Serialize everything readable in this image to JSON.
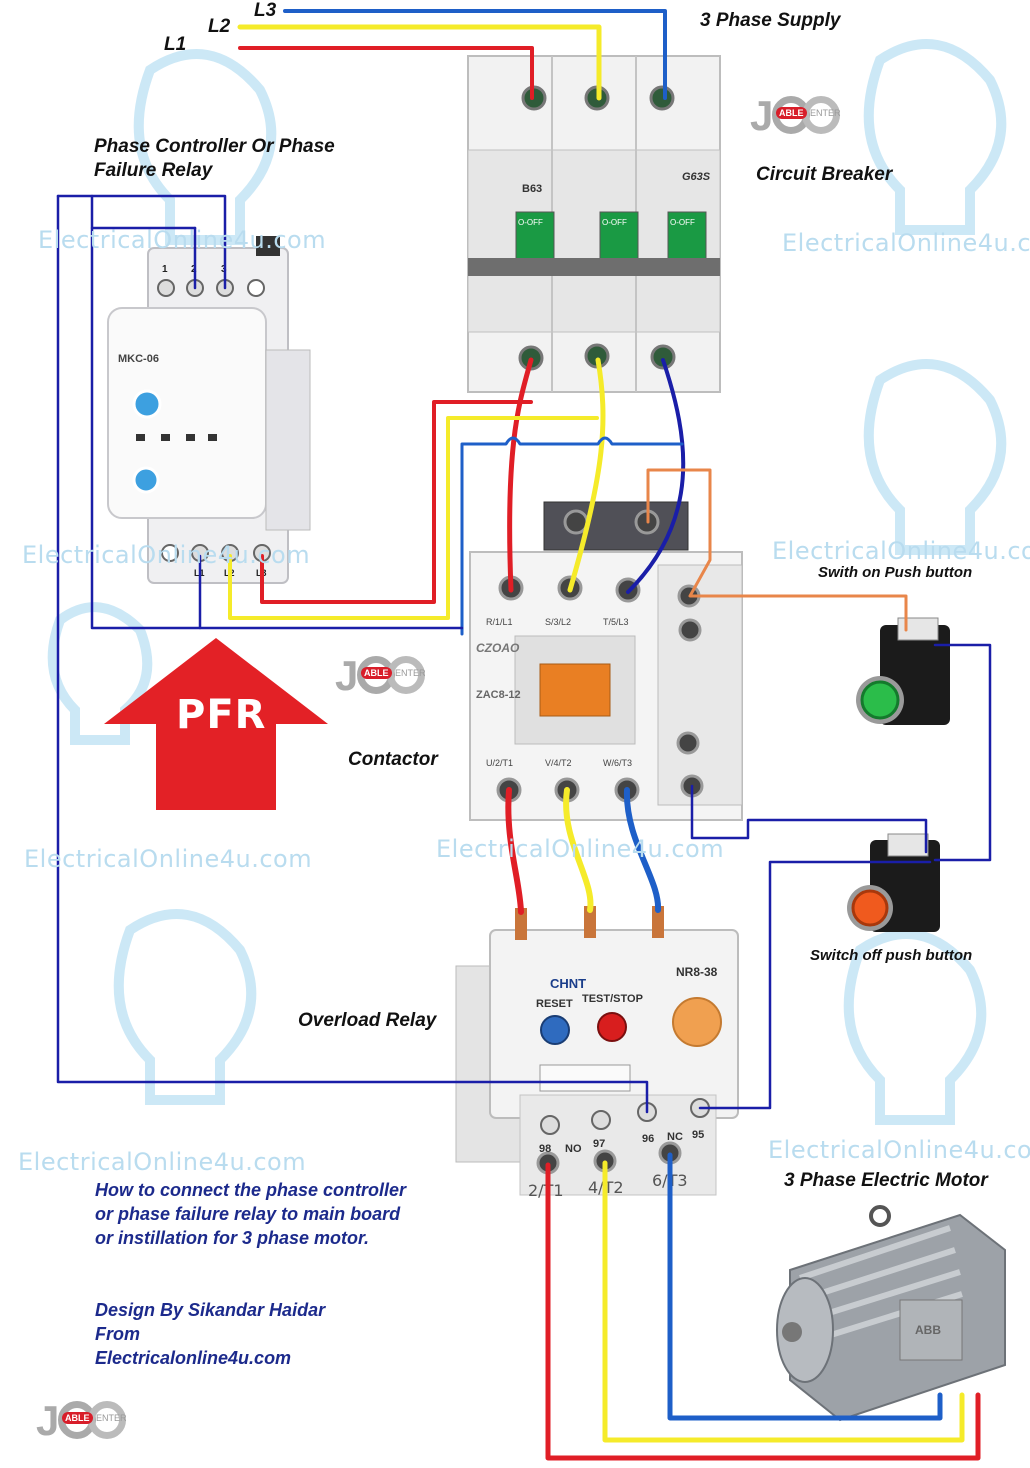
{
  "supply": {
    "lines": [
      "L1",
      "L2",
      "L3"
    ],
    "title": "3 Phase Supply"
  },
  "labels": {
    "pfr_title_1": "Phase Controller Or  Phase",
    "pfr_title_2": "Failure Relay",
    "circuit_breaker": "Circuit Breaker",
    "contactor": "Contactor",
    "switch_on": "Swith on Push button",
    "switch_off": "Switch off push button",
    "overload_relay": "Overload Relay",
    "motor": "3 Phase Electric Motor",
    "pfr_arrow": "PFR"
  },
  "description": [
    "How to connect the phase controller",
    "or  phase failure relay to main board",
    "or instillation for 3 phase motor."
  ],
  "credit": [
    "Design By Sikandar Haidar",
    "From",
    "Electricalonline4u.com"
  ],
  "watermark": "ElectricalOnline4u.com",
  "logo": {
    "able": "ABLE",
    "enter": "ENTER"
  },
  "devices": {
    "pfr": {
      "model": "MKC-06",
      "top_terminals": [
        "1",
        "2",
        "3"
      ],
      "bottom_terminals": [
        "L1",
        "L2",
        "L3"
      ]
    },
    "breaker": {
      "rating": "B63",
      "model": "G63S",
      "switch_labels": [
        "O-OFF",
        "O-OFF",
        "O-OFF"
      ]
    },
    "contactor": {
      "brand": "CZOAO",
      "model": "ZAC8-12",
      "top_terminals": [
        "R/1/L1",
        "S/3/L2",
        "T/5/L3"
      ],
      "bottom_terminals": [
        "U/2/T1",
        "V/4/T2",
        "W/6/T3"
      ]
    },
    "overload": {
      "brand": "CHNT",
      "model": "NR8-38",
      "reset": "RESET",
      "test": "TEST/STOP",
      "aux_terminals": [
        "98",
        "NO",
        "97",
        "96",
        "NC",
        "95"
      ],
      "out_terminals": [
        "2/T1",
        "4/T2",
        "6/T3"
      ]
    },
    "motor": {
      "nameplate": "ABB"
    }
  },
  "colors": {
    "red": "#e01e26",
    "yellow": "#f5eb2a",
    "blue": "#1e5fc8",
    "orange": "#e8864a",
    "navy": "#1a1ea8",
    "arrow": "#e32126"
  }
}
